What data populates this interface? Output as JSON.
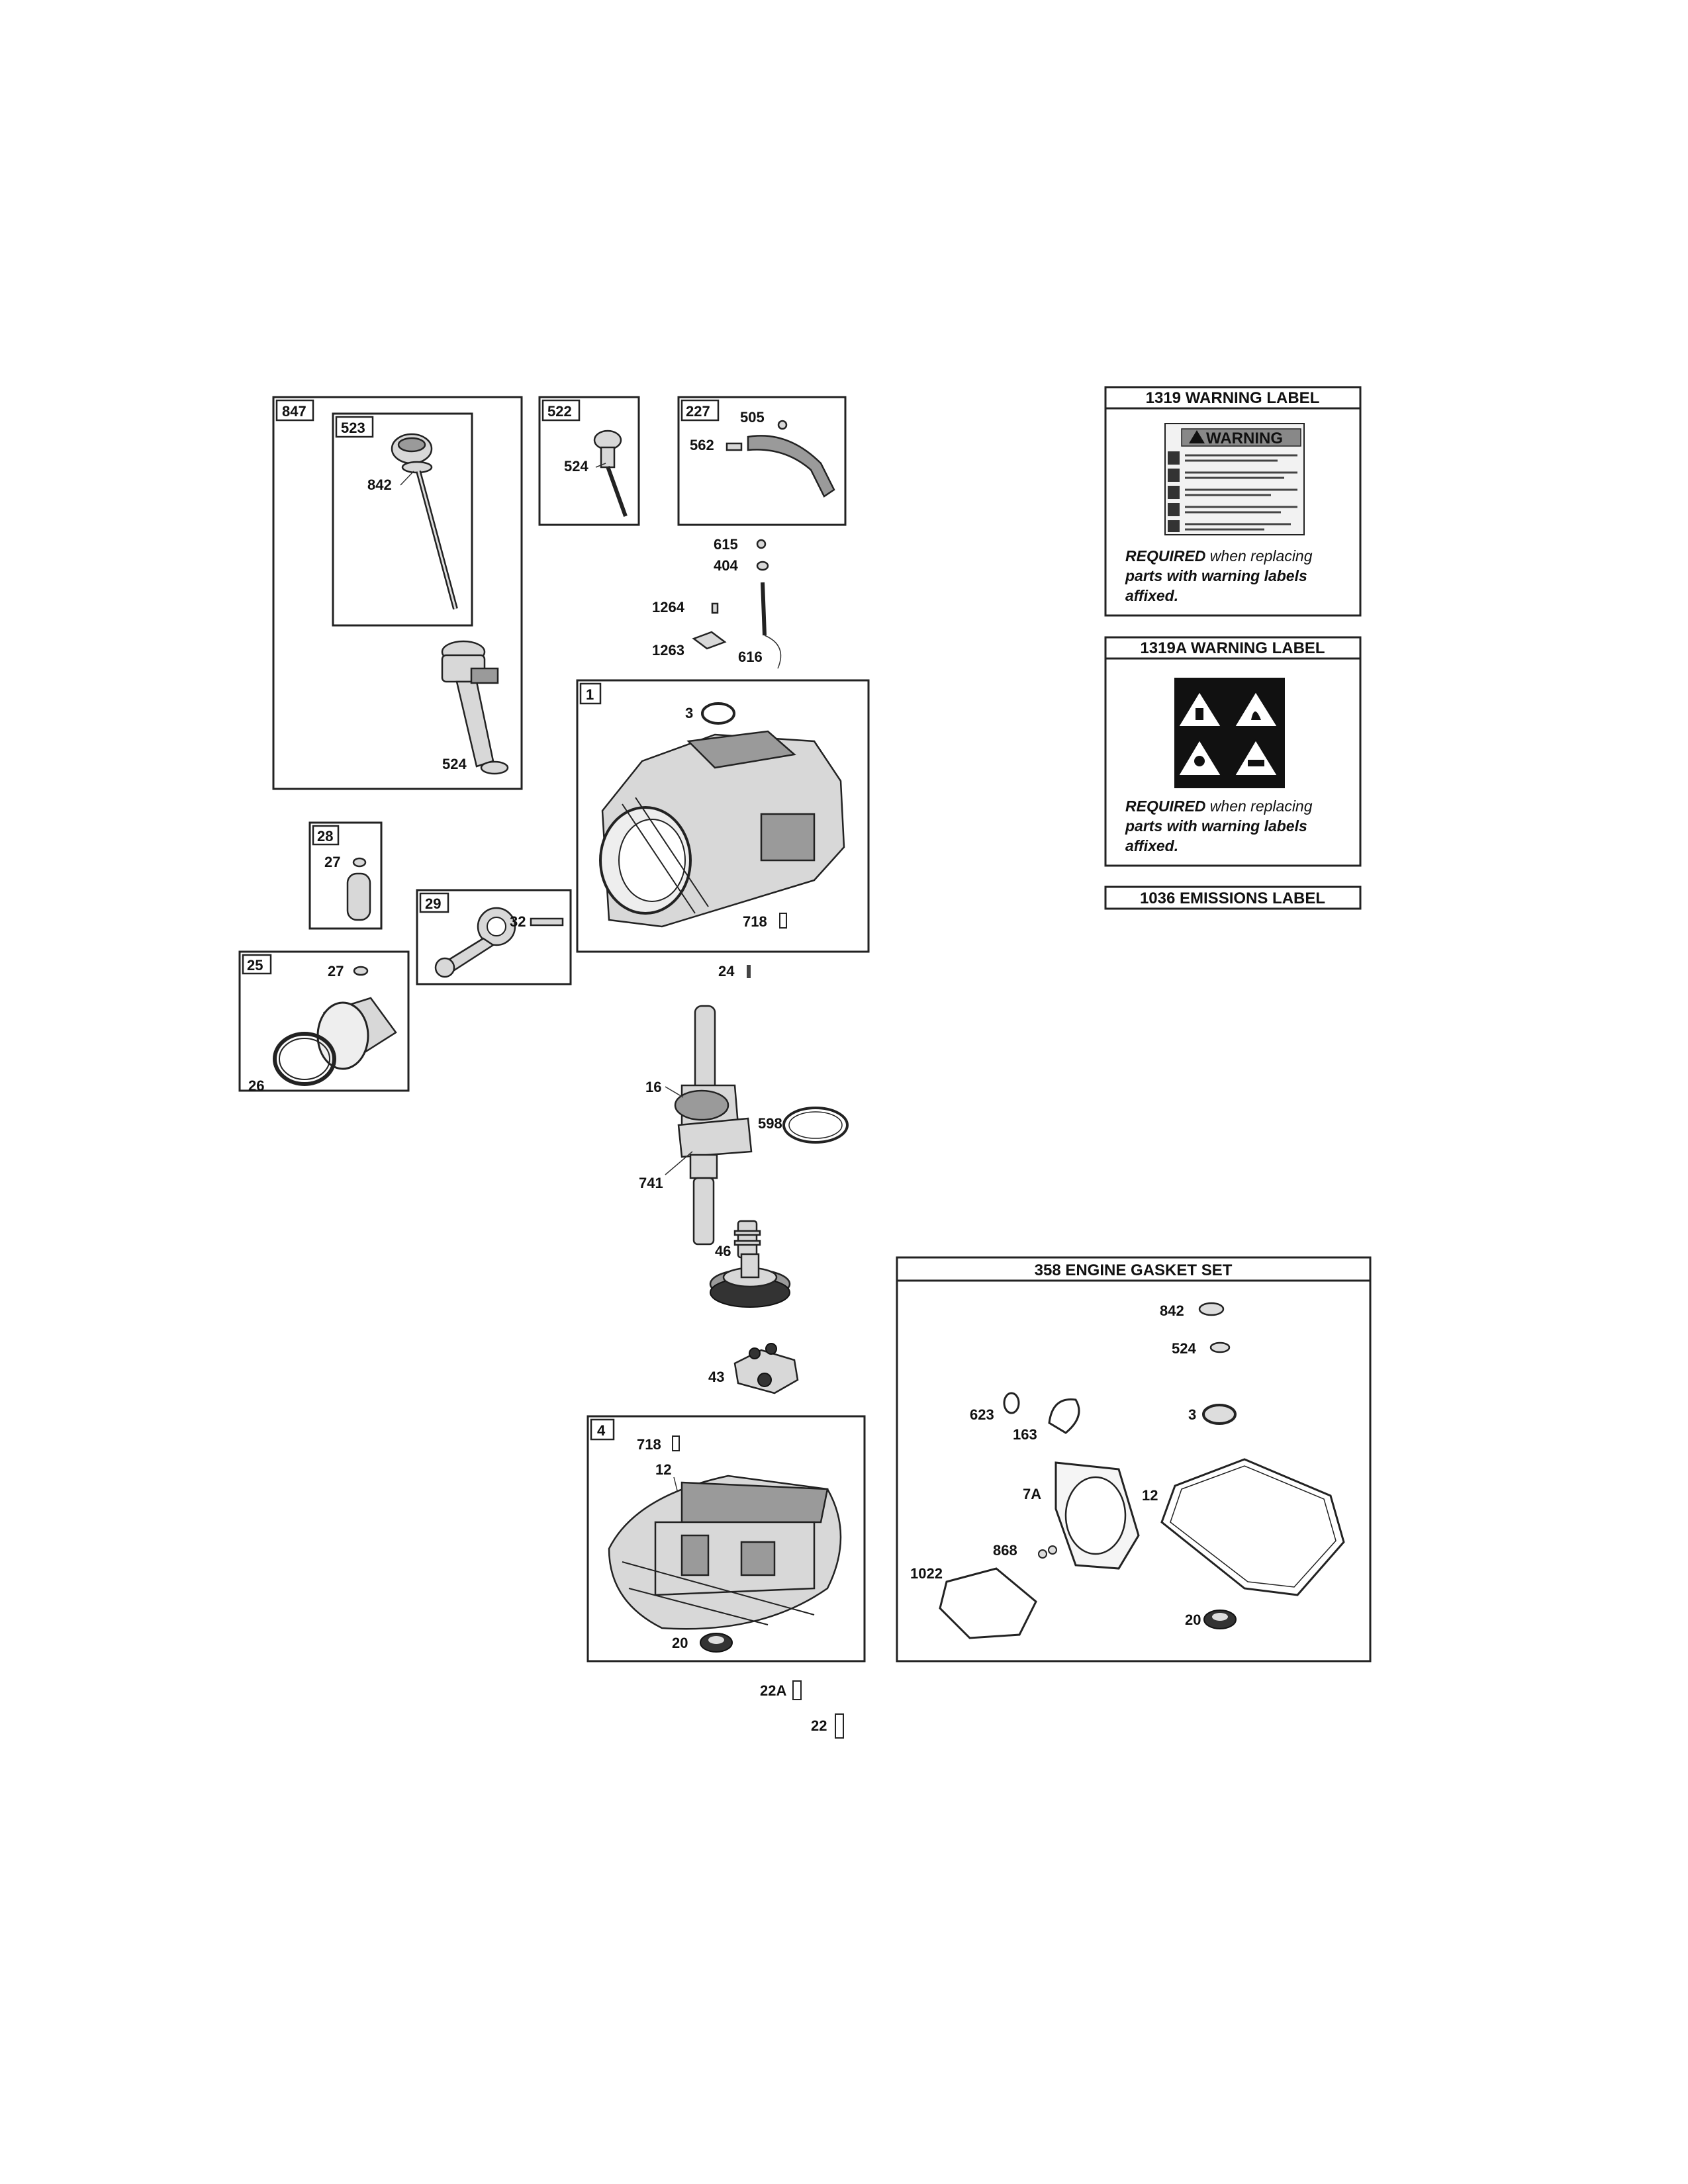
{
  "callouts": {
    "b847": "847",
    "b523": "523",
    "c842a": "842",
    "c524a": "524",
    "b522": "522",
    "c524b": "524",
    "b227": "227",
    "c505": "505",
    "c562": "562",
    "c615": "615",
    "c404": "404",
    "c1264": "1264",
    "c1263": "1263",
    "c616": "616",
    "b1": "1",
    "c3a": "3",
    "c718a": "718",
    "c24": "24",
    "b28": "28",
    "c27a": "27",
    "b29": "29",
    "c32": "32",
    "b25": "25",
    "c27b": "27",
    "c26": "26",
    "c16": "16",
    "c598": "598",
    "c741": "741",
    "c46": "46",
    "c43": "43",
    "b4": "4",
    "c718b": "718",
    "c12a": "12",
    "c20a": "20",
    "c22A": "22A",
    "c22": "22",
    "c842b": "842",
    "c524c": "524",
    "c623": "623",
    "c163": "163",
    "c3b": "3",
    "c7A": "7A",
    "c12b": "12",
    "c868": "868",
    "c1022": "1022",
    "c20b": "20"
  },
  "labels": {
    "warning_1319": "1319 WARNING LABEL",
    "warning_word": "WARNING",
    "warning_1319A": "1319A WARNING LABEL",
    "emissions_1036": "1036 EMISSIONS LABEL",
    "gasket_set_358": "358 ENGINE GASKET SET",
    "required_bold": "REQUIRED",
    "required_line1": " when replacing",
    "required_line2": "parts with warning labels",
    "required_line3": "affixed."
  },
  "icons": [
    "warning-triangle-icon",
    "fire-hazard-icon",
    "manual-read-icon",
    "hot-surface-icon",
    "rotating-parts-icon"
  ]
}
